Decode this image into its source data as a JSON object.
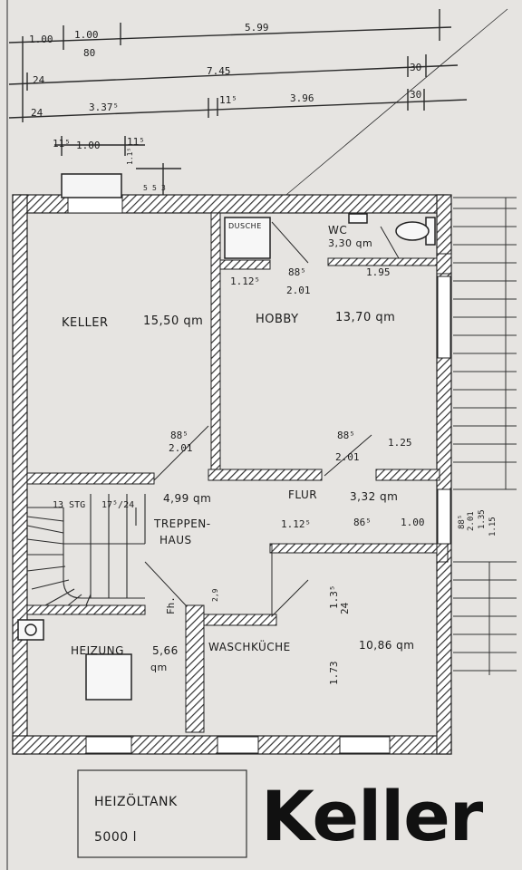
{
  "caption": "Keller",
  "dimensions": {
    "row1": [
      "1.00",
      "1.00",
      "80",
      "5.99"
    ],
    "row2": [
      "24",
      "7.45",
      "30"
    ],
    "row3": [
      "24",
      "3.37⁵",
      "11⁵",
      "3.96",
      "30"
    ],
    "window_top": [
      "11⁵",
      "1.00",
      "11⁵"
    ],
    "window_side": [
      "1.1⁵",
      "5",
      "5",
      "3"
    ]
  },
  "rooms": {
    "keller": {
      "name": "KELLER",
      "area": "15,50 qm"
    },
    "hobby": {
      "name": "HOBBY",
      "area": "13,70 qm"
    },
    "dusche": {
      "name": "DUSCHE"
    },
    "wc": {
      "name": "WC",
      "area": "3,30 qm"
    },
    "treppenhaus": {
      "name1": "TREPPEN-",
      "name2": "HAUS",
      "area": "4,99 qm",
      "steps": "13 STG",
      "step_size": "17⁵/24"
    },
    "flur": {
      "name": "FLUR",
      "area": "3,32 qm"
    },
    "heizung": {
      "name": "HEIZUNG",
      "area": "5,66",
      "unit": "qm"
    },
    "waschkueche": {
      "name": "WASCHKÜCHE",
      "area": "10,86 qm"
    }
  },
  "door_labels": {
    "wc_door": [
      "1.12⁵",
      "88⁵",
      "2.01",
      "1.95"
    ],
    "keller_door": [
      "88⁵",
      "2.01"
    ],
    "hobby_door": [
      "88⁵",
      "2.01",
      "1.25"
    ],
    "flur_row": [
      "1.12⁵",
      "86⁵",
      "1.00"
    ],
    "side_door": [
      "88⁵",
      "2.01",
      "1.35",
      "1.15"
    ],
    "wk_door": [
      "1.3⁵",
      "24",
      "1.73"
    ],
    "fh": "Fh.",
    "fh_dim": "2,9"
  },
  "tank": {
    "label": "HEIZÖLTANK",
    "volume": "5000 l"
  }
}
